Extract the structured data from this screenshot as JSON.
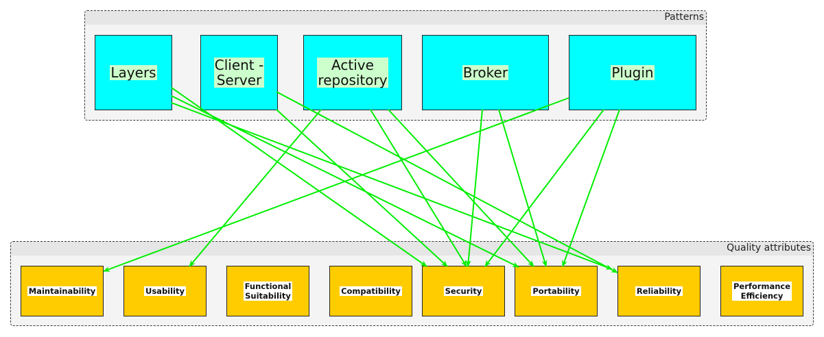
{
  "groups": {
    "patterns": {
      "title": "Patterns"
    },
    "quality": {
      "title": "Quality attributes"
    }
  },
  "patterns": [
    {
      "id": "layers",
      "label": "Layers"
    },
    {
      "id": "client-server",
      "label": "Client -\nServer"
    },
    {
      "id": "active-repository",
      "label": "Active\nrepository"
    },
    {
      "id": "broker",
      "label": "Broker"
    },
    {
      "id": "plugin",
      "label": "Plugin"
    }
  ],
  "qualities": [
    {
      "id": "maintainability",
      "label": "Maintainability"
    },
    {
      "id": "usability",
      "label": "Usability"
    },
    {
      "id": "functional-suitability",
      "label": "Functional\nSuitability"
    },
    {
      "id": "compatibility",
      "label": "Compatibility"
    },
    {
      "id": "security",
      "label": "Security"
    },
    {
      "id": "portability",
      "label": "Portability"
    },
    {
      "id": "reliability",
      "label": "Reliability"
    },
    {
      "id": "performance-efficiency",
      "label": "Performance\nEfficiency"
    }
  ],
  "edges": [
    {
      "from": "layers",
      "to": "security"
    },
    {
      "from": "layers",
      "to": "portability"
    },
    {
      "from": "layers",
      "to": "reliability"
    },
    {
      "from": "client-server",
      "to": "security"
    },
    {
      "from": "client-server",
      "to": "reliability"
    },
    {
      "from": "active-repository",
      "to": "usability"
    },
    {
      "from": "active-repository",
      "to": "security"
    },
    {
      "from": "active-repository",
      "to": "portability"
    },
    {
      "from": "broker",
      "to": "security"
    },
    {
      "from": "broker",
      "to": "portability"
    },
    {
      "from": "plugin",
      "to": "maintainability"
    },
    {
      "from": "plugin",
      "to": "security"
    },
    {
      "from": "plugin",
      "to": "portability"
    }
  ],
  "colors": {
    "pattern_fill": "#00ffff",
    "pattern_label_bg": "#ccffcc",
    "quality_fill": "#ffcc00",
    "edge": "#00ee00"
  }
}
